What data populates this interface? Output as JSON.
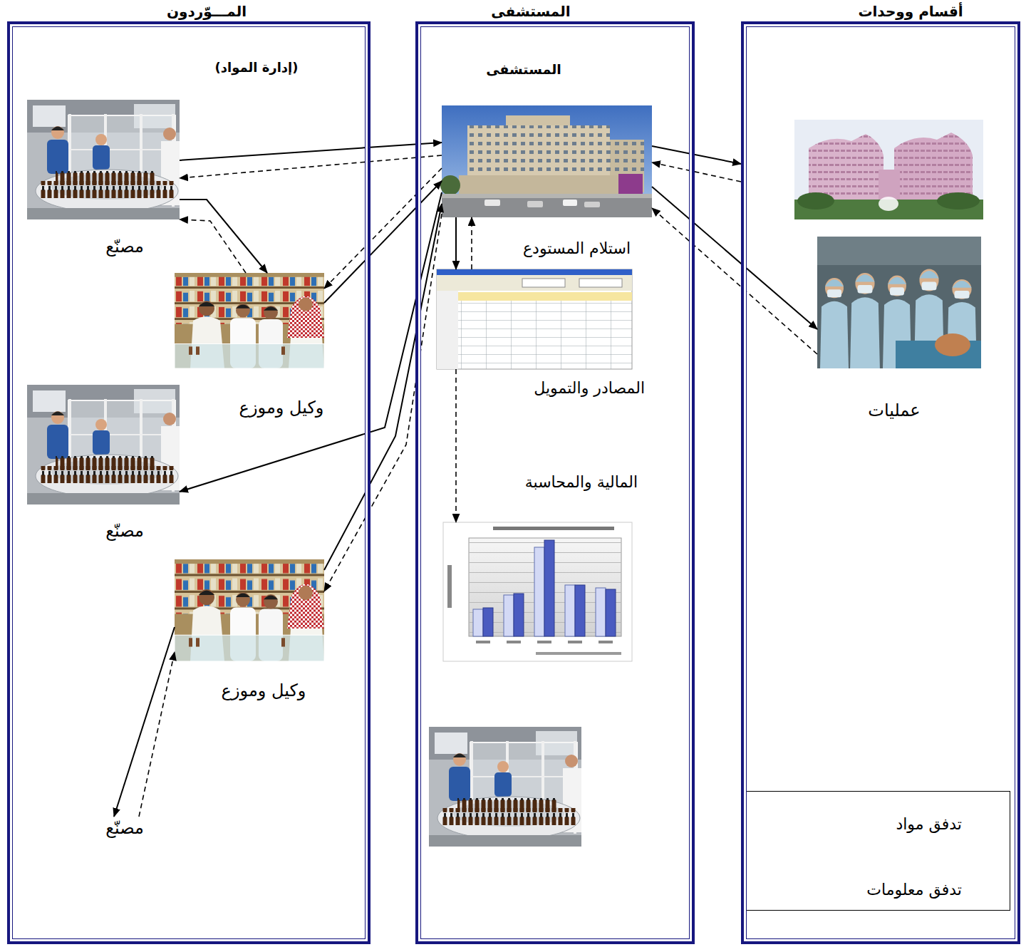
{
  "diagram": {
    "nodes": [
      {
        "text": [
          "المـــوّردون",
          "(إدارة المواد)"
        ]
      },
      {
        "text": [
          "مصنّع"
        ],
        "in": 0
      },
      {
        "text": [
          "وكيل وموزع"
        ],
        "in": 0
      },
      {
        "text": [
          "مصنّع"
        ],
        "in": 0
      },
      {
        "text": [
          "وكيل وموزع"
        ],
        "in": 0
      },
      {
        "text": [
          "مصنّع"
        ],
        "in": 0
      },
      {
        "text": [
          "المستشفى"
        ]
      },
      {
        "text": [
          "المستشفى"
        ],
        "in": 6
      },
      {
        "text": [
          "استلام المستودع",
          "المصادر والتمويل"
        ],
        "in": 6
      },
      {
        "text": [
          "المالية والمحاسبة"
        ],
        "in": 6
      },
      {
        "text": [
          "أقسام ووحدات"
        ]
      },
      {
        "text": [
          "عمليات"
        ],
        "in": 10
      }
    ],
    "edges": [
      {
        "from": 1,
        "to": 7,
        "arrow": "to"
      },
      {
        "from": 7,
        "to": 1,
        "arrow": "to"
      },
      {
        "from": 1,
        "to": 2,
        "arrow": "to"
      },
      {
        "from": 2,
        "to": 1,
        "arrow": "to"
      },
      {
        "from": 7,
        "to": 2,
        "arrow": "to"
      },
      {
        "from": 2,
        "to": 7,
        "arrow": "to"
      },
      {
        "from": 7,
        "to": 3,
        "arrow": "to"
      },
      {
        "from": 4,
        "to": 7,
        "arrow": "to"
      },
      {
        "from": 7,
        "to": 4,
        "arrow": "to"
      },
      {
        "from": 4,
        "to": 5,
        "arrow": "to"
      },
      {
        "from": 5,
        "to": 4,
        "arrow": "to"
      },
      {
        "from": 7,
        "to": 8,
        "arrow": "to"
      },
      {
        "from": 8,
        "to": 7,
        "arrow": "to"
      },
      {
        "from": 8,
        "to": 9,
        "arrow": "to"
      },
      {
        "from": 7,
        "to": 10,
        "arrow": "to"
      },
      {
        "from": 10,
        "to": 7,
        "arrow": "to"
      },
      {
        "from": 7,
        "to": 11,
        "arrow": "to"
      },
      {
        "from": 11,
        "to": 7,
        "arrow": "to"
      }
    ],
    "legend": [
      {
        "text": "تدفق مواد"
      },
      {
        "text": "تدفق معلومات"
      }
    ]
  }
}
